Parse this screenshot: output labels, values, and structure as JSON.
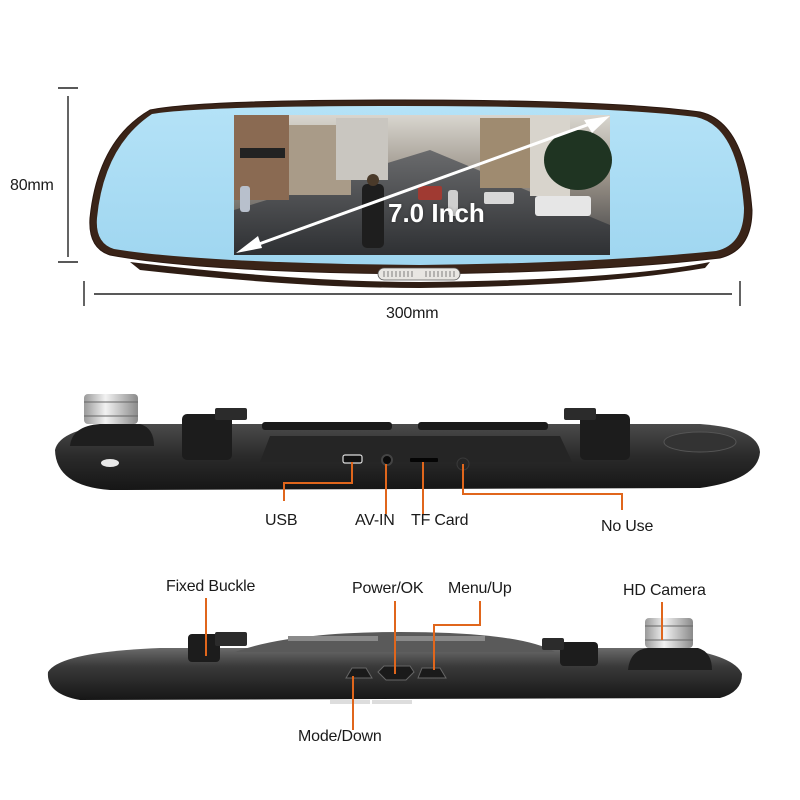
{
  "colors": {
    "leader_line": "#e0661c",
    "mirror_frame": "#3a2418",
    "mirror_glass": "#a8dcf4",
    "device_body": "#2a2a2a",
    "dimension_line": "#222222",
    "screen_text": "#ffffff"
  },
  "front_view": {
    "height_dimension": "80mm",
    "width_dimension": "300mm",
    "screen_size_label": "7.0 Inch",
    "screen_arrow": "double-headed-diagonal-arrow"
  },
  "top_ports_view": {
    "callouts": [
      {
        "label": "USB",
        "icon": "mini-usb-port-icon"
      },
      {
        "label": "AV-IN",
        "icon": "audio-jack-icon"
      },
      {
        "label": "TF Card",
        "icon": "sd-card-slot-icon"
      },
      {
        "label": "No Use",
        "icon": "unused-port-icon"
      }
    ]
  },
  "bottom_buttons_view": {
    "callouts": [
      {
        "label": "Fixed Buckle",
        "icon": "mount-buckle-icon"
      },
      {
        "label": "Power/OK",
        "icon": "power-button-icon"
      },
      {
        "label": "Menu/Up",
        "icon": "menu-button-icon"
      },
      {
        "label": "HD Camera",
        "icon": "camera-lens-icon"
      },
      {
        "label": "Mode/Down",
        "icon": "mode-button-icon"
      }
    ]
  }
}
